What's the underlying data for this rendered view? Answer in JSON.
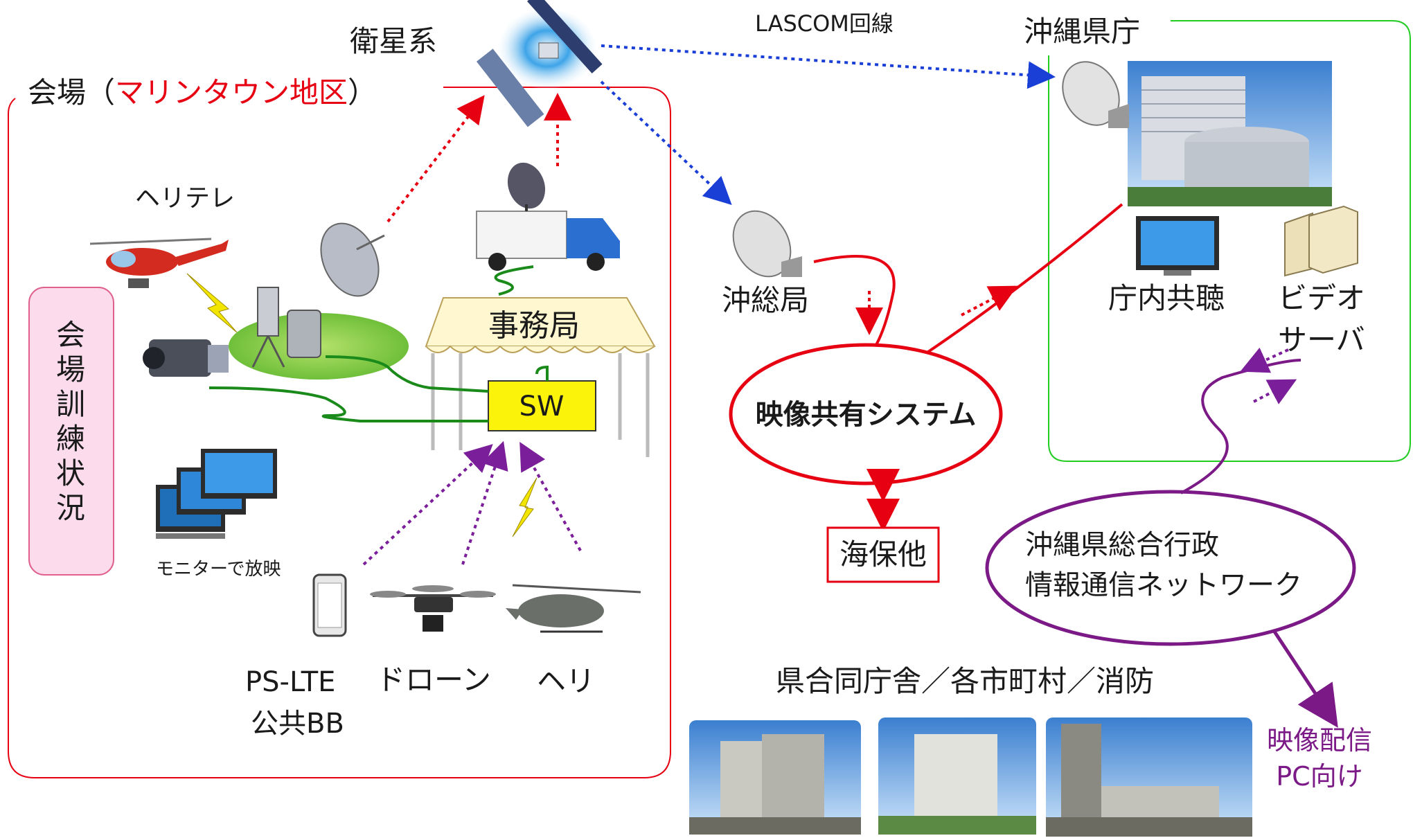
{
  "labels": {
    "satellite_system": "衛星系",
    "lascom_line": "LASCOM回線",
    "okinawa_pref_office": "沖縄県庁",
    "venue_prefix": "会場（",
    "venue_area": "マリンタウン地区",
    "venue_suffix": "）",
    "heli_tele": "ヘリテレ",
    "venue_training_status": "会場訓練状況",
    "secretariat": "事務局",
    "switch": "SW",
    "monitor_display": "モニターで放映",
    "ps_lte": "PS-LTE",
    "public_bb": "公共BB",
    "drone": "ドローン",
    "heli": "ヘリ",
    "okinawa_general_bureau": "沖総局",
    "video_sharing_system": "映像共有システム",
    "coast_guard_etc": "海保他",
    "office_broadcast": "庁内共聴",
    "video_server_line1": "ビデオ",
    "video_server_line2": "サーバ",
    "network_line1": "沖縄県総合行政",
    "network_line2": "情報通信ネットワーク",
    "destinations": "県合同庁舎／各市町村／消防",
    "delivery_line1": "映像配信",
    "delivery_line2": "PC向け"
  },
  "colors": {
    "venue_frame": "#e60012",
    "venue_area_text": "#e60012",
    "pref_frame": "#22cc22",
    "satellite_link": "#1a3fd6",
    "uplink": "#e60012",
    "mobile_link": "#7b1e9a",
    "video_system": "#e60012",
    "network": "#7b1a86",
    "green_cable": "#1a8a1a",
    "training_box_fill": "#fcdcec",
    "training_box_border": "#e0608c"
  },
  "icons": [
    "satellite-icon",
    "dish-antenna-icon",
    "helicopter-icon",
    "camera-icon",
    "truck-icon",
    "tent-icon",
    "monitor-icon",
    "smartphone-icon",
    "drone-icon",
    "server-icon",
    "building-photo-icon"
  ]
}
